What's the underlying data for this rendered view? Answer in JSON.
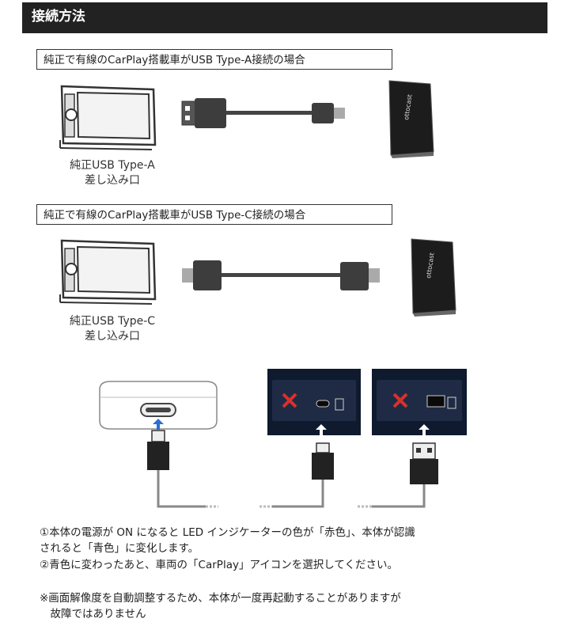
{
  "header": {
    "title": "接続方法"
  },
  "section_a": {
    "title": "純正で有線のCarPlay搭載車がUSB Type-A接続の場合",
    "caption_line1": "純正USB Type-A",
    "caption_line2": "差し込み口",
    "device_logo": "ottocast"
  },
  "section_c": {
    "title": "純正で有線のCarPlay搭載車がUSB Type-C接続の場合",
    "caption_line1": "純正USB Type-C",
    "caption_line2": "差し込み口",
    "device_logo": "ottocast"
  },
  "notes": {
    "line1": "①本体の電源が ON になると LED インジケーターの色が「赤色」、本体が認識",
    "line2": "されると「青色」に変化します。",
    "line3": "②青色に変わったあと、車両の「CarPlay」アイコンを選択してください。",
    "line4": "※画面解像度を自動調整するため、本体が一度再起動することがありますが",
    "line5": "　故障ではありません"
  },
  "colors": {
    "header_bg": "#222222",
    "cable": "#444444",
    "arrow_blue": "#2a6fd6",
    "x_red": "#d9312b"
  }
}
